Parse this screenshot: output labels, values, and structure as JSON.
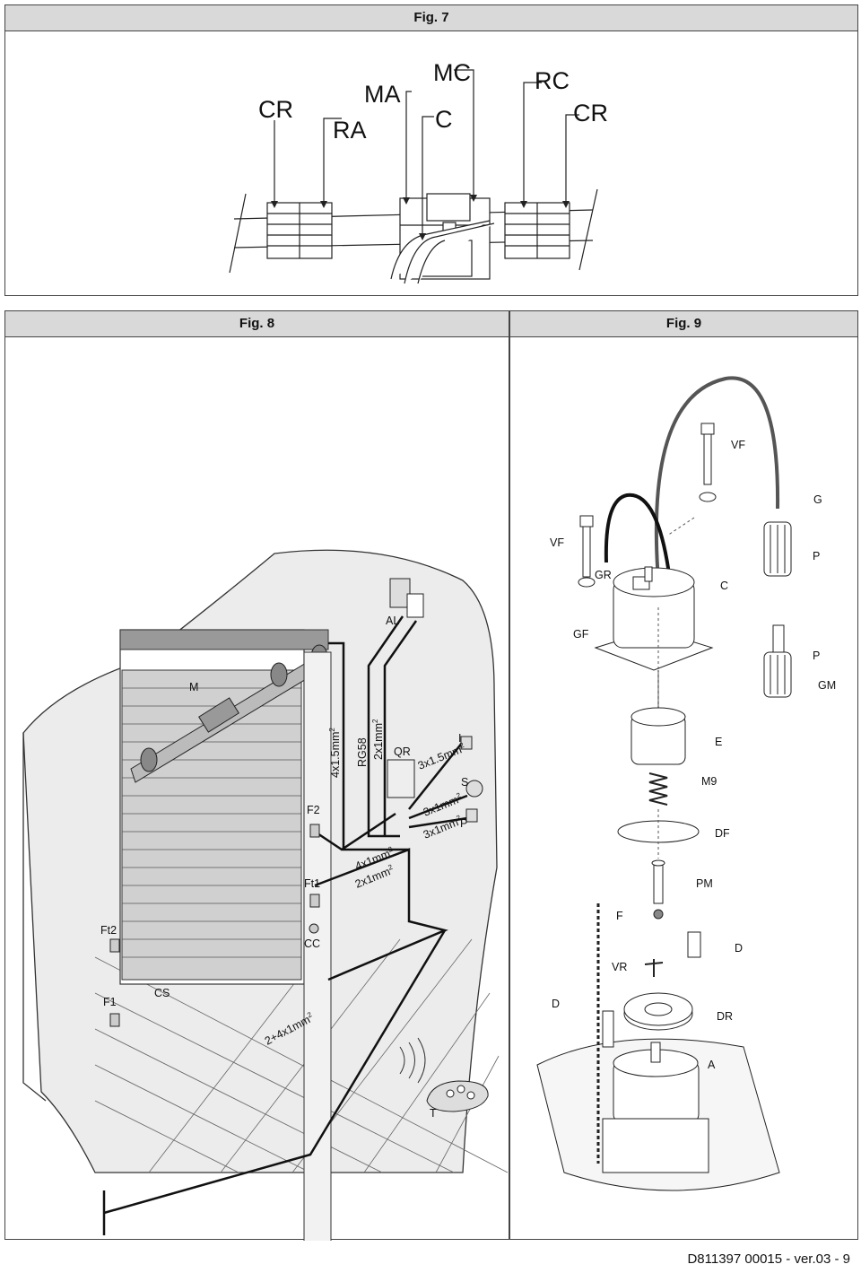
{
  "fig7": {
    "title": "Fig. 7",
    "labels": {
      "cr_left": "CR",
      "ra": "RA",
      "ma": "MA",
      "mc": "MC",
      "c": "C",
      "rc": "RC",
      "cr_right": "CR"
    }
  },
  "fig8": {
    "title": "Fig. 8",
    "labels": {
      "m": "M",
      "al": "AL",
      "qr": "QR",
      "i": "I",
      "s": "S",
      "p": "P",
      "f2": "F2",
      "ft1": "Ft1",
      "ft2": "Ft2",
      "f1": "F1",
      "cs": "CS",
      "cc": "CC",
      "t": "T"
    },
    "cables": {
      "c1": "4x1.5mm",
      "c2": "RG58",
      "c3": "2x1mm",
      "c4": "3x1.5mm",
      "c5": "3x1mm",
      "c6": "3x1mm",
      "c7": "4x1mm",
      "c8": "2x1mm",
      "c9": "2+4x1mm",
      "sup": "2"
    }
  },
  "fig9": {
    "title": "Fig. 9",
    "labels": {
      "vf_top": "VF",
      "g": "G",
      "vf": "VF",
      "gr": "GR",
      "c": "C",
      "p_top": "P",
      "gf": "GF",
      "p": "P",
      "gm": "GM",
      "e": "E",
      "m9": "M9",
      "df": "DF",
      "pm": "PM",
      "f": "F",
      "d_right": "D",
      "vr": "VR",
      "d_left": "D",
      "dr": "DR",
      "a": "A"
    }
  },
  "footer": "D811397 00015 - ver.03 - 9"
}
